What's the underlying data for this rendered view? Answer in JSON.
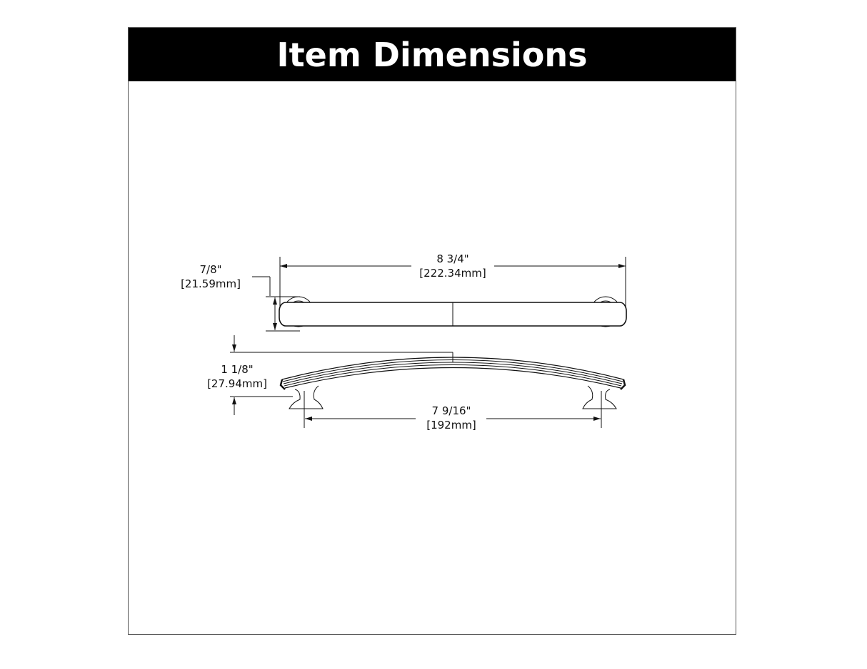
{
  "header": {
    "title": "Item Dimensions",
    "background": "#000000",
    "text_color": "#ffffff"
  },
  "views": {
    "top_view": {
      "overall_length": {
        "imperial": "8 3/4\"",
        "metric": "[222.34mm]"
      },
      "width": {
        "imperial": "7/8\"",
        "metric": "[21.59mm]"
      }
    },
    "side_view": {
      "height": {
        "imperial": "1 1/8\"",
        "metric": "[27.94mm]"
      },
      "center_to_center": {
        "imperial": "7 9/16\"",
        "metric": "[192mm]"
      }
    }
  },
  "colors": {
    "line": "#111111",
    "frame_border": "#555555"
  }
}
